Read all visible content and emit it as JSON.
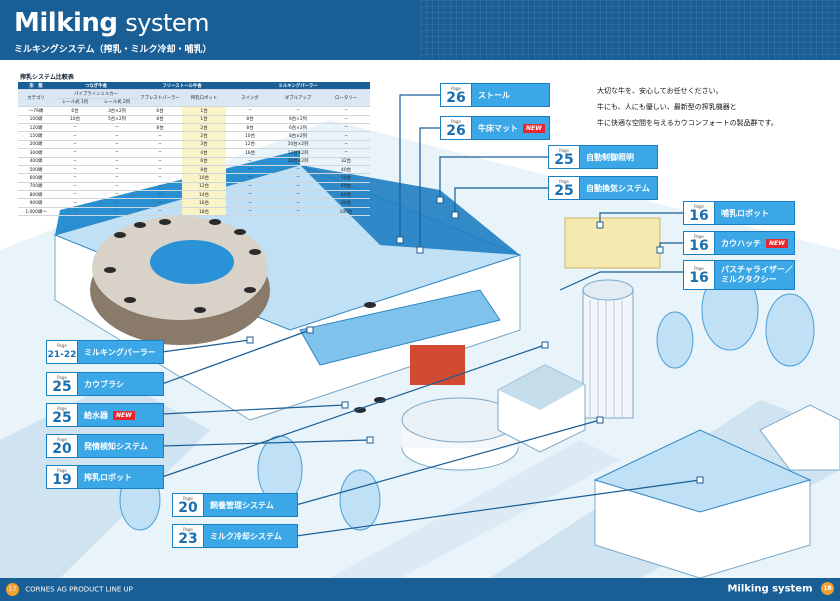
{
  "header": {
    "title_bold": "Milking",
    "title_rest": "system",
    "subtitle": "ミルキングシステム（搾乳・ミルク冷却・哺乳）"
  },
  "table": {
    "title": "搾乳システム比較表",
    "head1": [
      "形　態",
      "つなぎ牛舎",
      "フリーストール牛舎",
      "ミルキングパーラー"
    ],
    "head2": [
      "カテゴリ",
      "パイプラインミルカー",
      "アブレストパーラー",
      "搾乳ロボット",
      "スイング",
      "ダブルアップ",
      "ロータリー"
    ],
    "head3": [
      "",
      "レール式 1列",
      "レール式 2列"
    ],
    "rows": [
      [
        "〜79頭",
        "6台",
        "3台×2列",
        "6台",
        "1台",
        "─",
        "─",
        "─"
      ],
      [
        "100頭",
        "10台",
        "5台×2列",
        "8台",
        "1台",
        "8台",
        "6台×2列",
        "─"
      ],
      [
        "120頭",
        "─",
        "─",
        "8台",
        "2台",
        "8台",
        "6台×2列",
        "─"
      ],
      [
        "150頭",
        "─",
        "─",
        "─",
        "2台",
        "10台",
        "8台×2列",
        "─"
      ],
      [
        "200頭",
        "─",
        "─",
        "─",
        "3台",
        "12台",
        "10台×2列",
        "─"
      ],
      [
        "300頭",
        "─",
        "─",
        "─",
        "4台",
        "16台",
        "12台×2列",
        "─"
      ],
      [
        "400頭",
        "─",
        "─",
        "─",
        "6台",
        "─",
        "16台×2列",
        "32台"
      ],
      [
        "500頭",
        "─",
        "─",
        "─",
        "8台",
        "─",
        "─",
        "40台"
      ],
      [
        "600頭",
        "─",
        "─",
        "─",
        "10台",
        "─",
        "─",
        "50台"
      ],
      [
        "700頭",
        "─",
        "─",
        "─",
        "12台",
        "─",
        "─",
        "60台"
      ],
      [
        "800頭",
        "─",
        "─",
        "─",
        "14台",
        "─",
        "─",
        "60台"
      ],
      [
        "900頭",
        "─",
        "─",
        "─",
        "16台",
        "─",
        "─",
        "80台"
      ],
      [
        "1,000頭〜",
        "─",
        "─",
        "─",
        "18台",
        "─",
        "─",
        "100台"
      ]
    ]
  },
  "intro": [
    "大切な牛を、安心してお任せください。",
    "牛にも、人にも優しい、最新型の搾乳機器と",
    "牛に快適な空間を与えるカウコンフォートの製品群です。"
  ],
  "labels": {
    "page_word": "Page",
    "new_badge": "NEW",
    "stall": {
      "page": "26",
      "text": "ストール"
    },
    "mat": {
      "page": "26",
      "text": "牛床マット"
    },
    "light": {
      "page": "25",
      "text": "自動制御照明"
    },
    "vent": {
      "page": "25",
      "text": "自動換気システム"
    },
    "robot": {
      "page": "16",
      "text": "哺乳ロボット"
    },
    "hutch": {
      "page": "16",
      "text": "カウハッチ"
    },
    "pasteur": {
      "page": "16",
      "text1": "パスチャライザー／",
      "text2": "ミルクタクシー"
    },
    "parlor": {
      "page": "21-22",
      "text": "ミルキングパーラー"
    },
    "brush": {
      "page": "25",
      "text": "カウブラシ"
    },
    "water": {
      "page": "25",
      "text": "給水器"
    },
    "heat": {
      "page": "20",
      "text": "発情検知システム"
    },
    "milkrobot": {
      "page": "19",
      "text": "搾乳ロボット"
    },
    "feed": {
      "page": "20",
      "text": "飼養管理システム"
    },
    "cool": {
      "page": "23",
      "text": "ミルク冷却システム"
    }
  },
  "footer": {
    "left_page": "17",
    "brand": "CORNES AG",
    "lineup": "PRODUCT LINE UP",
    "right_title": "Milking system",
    "right_page": "18"
  },
  "colors": {
    "brand": "#1a5e96",
    "label": "#3ba7e6",
    "new": "#e8262d",
    "highlight": "#fbf3c8"
  }
}
